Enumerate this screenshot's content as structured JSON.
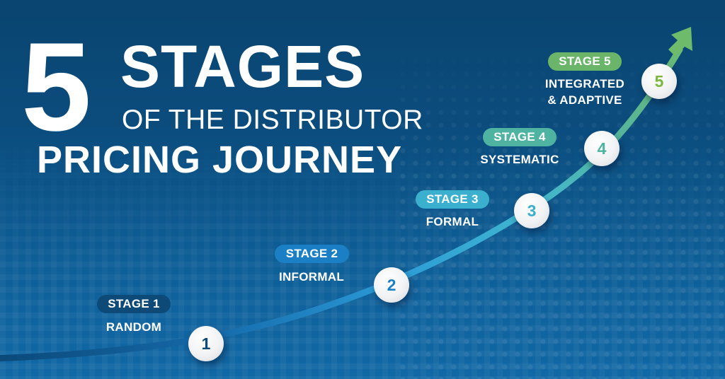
{
  "title": {
    "number": "5",
    "line1": "STAGES",
    "line2": "OF THE DISTRIBUTOR",
    "line3": "PRICING JOURNEY"
  },
  "colors": {
    "background_top": "#0a4470",
    "background_bottom": "#1168a5",
    "stage1": "#0d4a78",
    "stage2": "#1a7fc4",
    "stage3": "#3aafce",
    "stage4": "#4fb3a2",
    "stage5": "#6ab56a"
  },
  "stages": [
    {
      "pill": "STAGE 1",
      "name": "RANDOM",
      "number": "1"
    },
    {
      "pill": "STAGE 2",
      "name": "INFORMAL",
      "number": "2"
    },
    {
      "pill": "STAGE 3",
      "name": "FORMAL",
      "number": "3"
    },
    {
      "pill": "STAGE 4",
      "name": "SYSTEMATIC",
      "number": "4"
    },
    {
      "pill": "STAGE 5",
      "name_line1": "INTEGRATED",
      "name_line2": "& ADAPTIVE",
      "number": "5"
    }
  ],
  "icons": {
    "growth_arrow": "arrow-up-right-icon"
  }
}
